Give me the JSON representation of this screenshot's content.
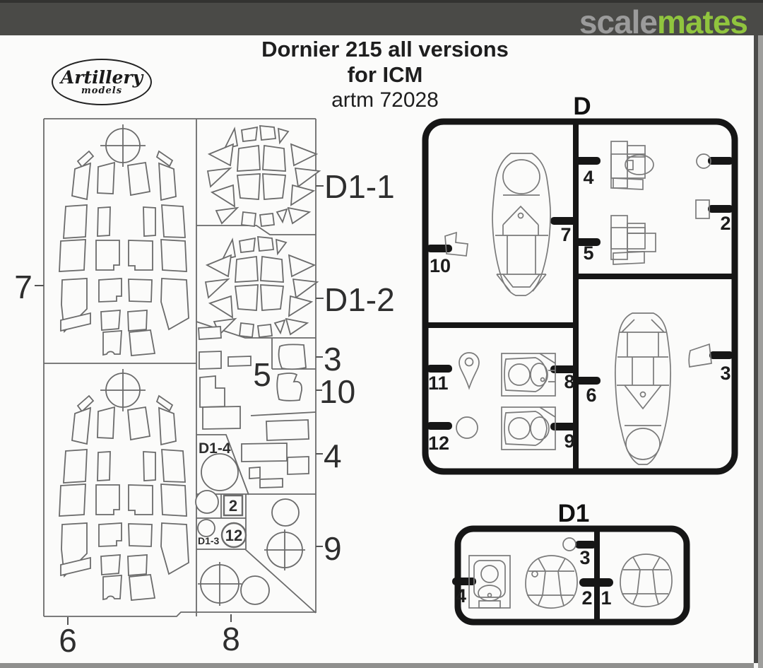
{
  "banner": {
    "scale": "scale",
    "mates": "mates"
  },
  "title": {
    "line1": "Dornier 215 all versions",
    "line2": "for ICM",
    "line3": "artm 72028"
  },
  "brand_logo": {
    "name": "Artillery",
    "sub": "models"
  },
  "mask_sheet": {
    "label_7": "7",
    "label_6": "6",
    "label_8": "8",
    "label_d1_1": "D1-1",
    "label_d1_2": "D1-2",
    "label_3": "3",
    "label_5": "5",
    "label_10": "10",
    "label_4": "4",
    "label_9": "9",
    "label_d1_4": "D1-4",
    "label_d1_3": "D1-3",
    "label_box_2": "2",
    "label_circle_12": "12"
  },
  "sprue_d": {
    "title": "D",
    "p2": "2",
    "p3": "3",
    "p4": "4",
    "p5": "5",
    "p6": "6",
    "p7": "7",
    "p8": "8",
    "p9": "9",
    "p10": "10",
    "p11": "11",
    "p12": "12"
  },
  "sprue_d1": {
    "title": "D1",
    "p1": "1",
    "p2": "2",
    "p3": "3",
    "p4": "4"
  },
  "colors": {
    "banner_bg": "#4a4a47",
    "brand_scale": "#9b9b9b",
    "brand_mates": "#90c43e",
    "diagram_line": "#6b6b6b",
    "sprue_line": "#161616",
    "page_bg": "#fbfbfa"
  }
}
